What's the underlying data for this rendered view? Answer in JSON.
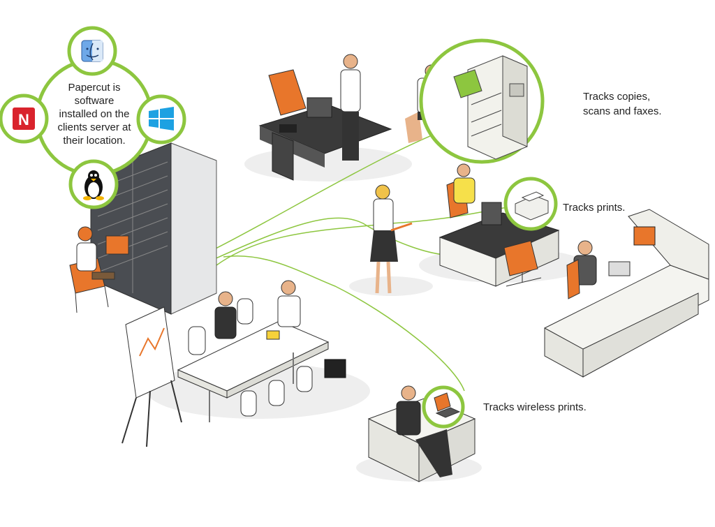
{
  "colors": {
    "accent_green": "#8dc63f",
    "furniture_orange": "#e8762b",
    "desk_dark": "#3a3a3a",
    "server_gray": "#b8bcc0"
  },
  "os_hub": {
    "center_lines": [
      "Papercut is",
      "software",
      "installed on the",
      "clients server at",
      "their location."
    ],
    "badges": [
      {
        "icon": "mac-finder-icon"
      },
      {
        "icon": "novell-icon",
        "letter": "N"
      },
      {
        "icon": "windows-icon"
      },
      {
        "icon": "linux-tux-icon"
      }
    ]
  },
  "callouts": {
    "copier": [
      "Tracks copies,",
      "scans and faxes."
    ],
    "printer": "Tracks prints.",
    "wireless": "Tracks wireless prints."
  }
}
